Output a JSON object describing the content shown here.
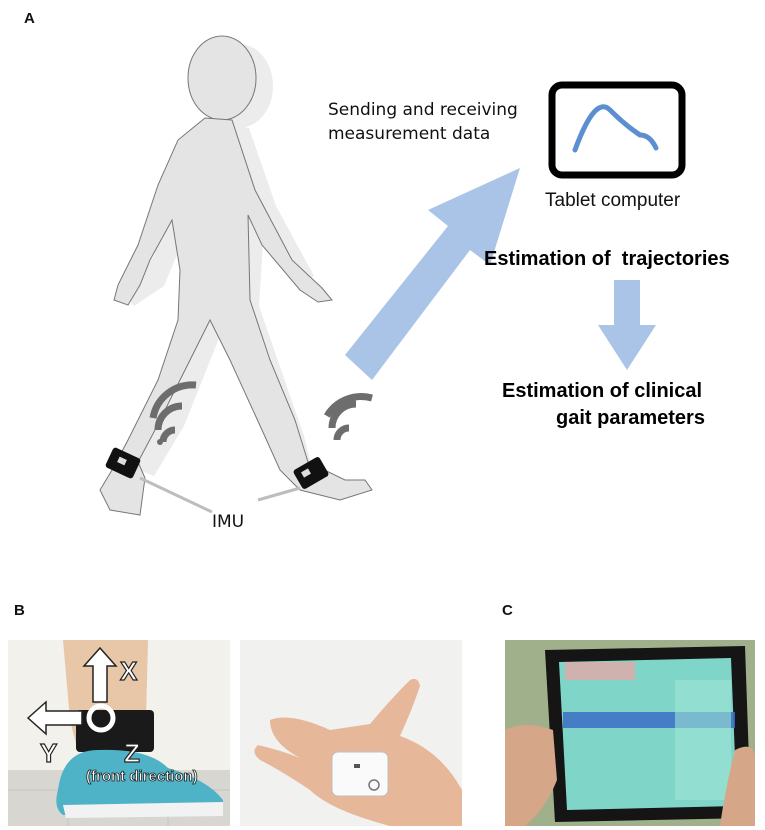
{
  "panels": {
    "a": {
      "label": "A",
      "sending_text_line1": "Sending and receiving",
      "sending_text_line2": "measurement data",
      "tablet_label": "Tablet computer",
      "estimation_trajectories": "Estimation of  trajectories",
      "estimation_clinical_line1": "Estimation of clinical",
      "estimation_clinical_line2": "gait parameters",
      "imu_label": "IMU"
    },
    "b": {
      "label": "B",
      "axis_x": "X",
      "axis_y": "Y",
      "axis_z": "Z",
      "front_direction": "(front direction)"
    },
    "c": {
      "label": "C"
    }
  },
  "colors": {
    "arrow_blue": "#a9c4e6",
    "curve_blue": "#5b8fd0",
    "figure_fill": "#e6e6e6",
    "wifi_gray": "#6d6d6d"
  }
}
